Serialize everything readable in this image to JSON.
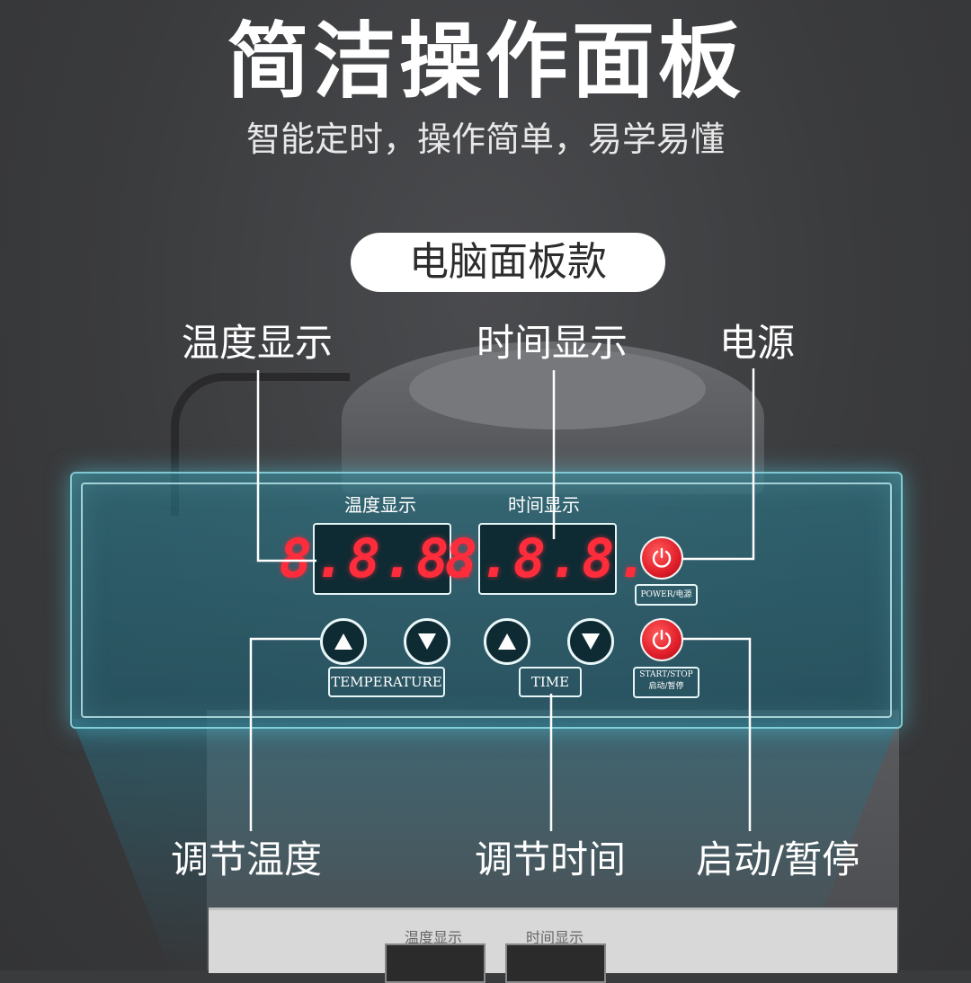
{
  "header": {
    "title": "简洁操作面板",
    "subtitle": "智能定时，操作简单，易学易懂",
    "badge": "电脑面板款"
  },
  "callouts": {
    "temp_display": "温度显示",
    "time_display": "时间显示",
    "power": "电源",
    "adjust_temp": "调节温度",
    "adjust_time": "调节时间",
    "start_pause": "启动/暂停"
  },
  "panel": {
    "temp_label": "温度显示",
    "time_label": "时间显示",
    "temp_digits": "8.8.8.",
    "time_digits": "8.8.8.",
    "power_label": "POWER/电源",
    "temperature_label": "TEMPERATURE",
    "time_button_label": "TIME",
    "start_stop_label_en": "START/STOP",
    "start_stop_label_cn": "启动/暂停"
  },
  "bottom_panel": {
    "temp_label": "温度显示",
    "time_label": "时间显示"
  },
  "icons": {
    "up": "triangle-up-icon",
    "down": "triangle-down-icon",
    "power": "power-icon"
  },
  "colors": {
    "background": "#3a3b3d",
    "panel_glass": "#2d8aa0",
    "led_red": "#ff2d3b",
    "power_red": "#e01e2a"
  }
}
